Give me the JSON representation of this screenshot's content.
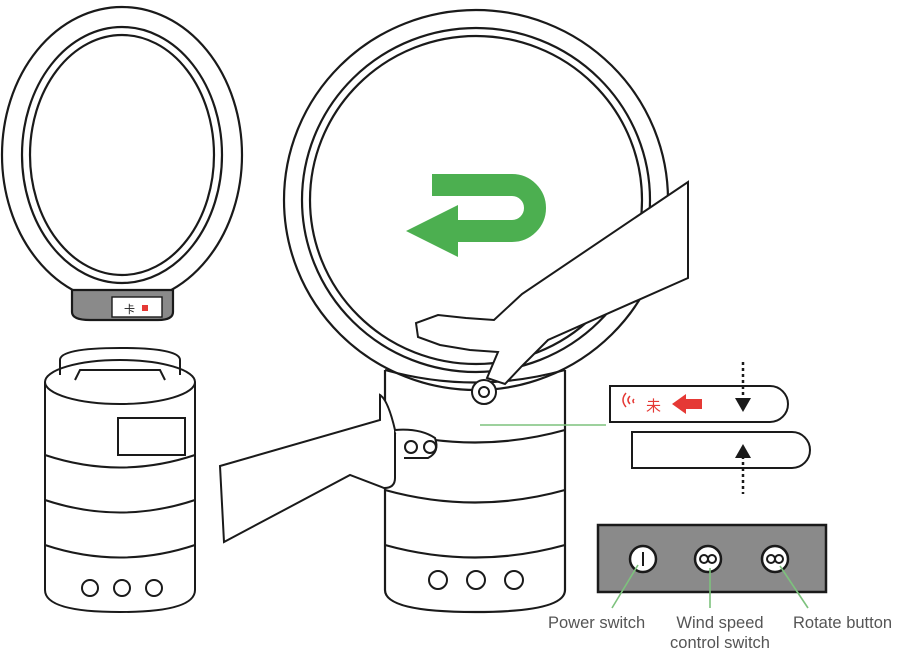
{
  "labels": {
    "power_switch": "Power switch",
    "wind_speed_line1": "Wind speed",
    "wind_speed_line2": "control switch",
    "rotate_button": "Rotate button"
  },
  "lock_marks": {
    "unlock_glyph": "未",
    "lock_glyph": "卡"
  },
  "colors": {
    "outline": "#1a1a1a",
    "arrow_green": "#4caf50",
    "arrow_red": "#e53935",
    "panel_gray": "#8a8a8a",
    "leader_green": "#7dc27d",
    "label_text": "#555555"
  }
}
